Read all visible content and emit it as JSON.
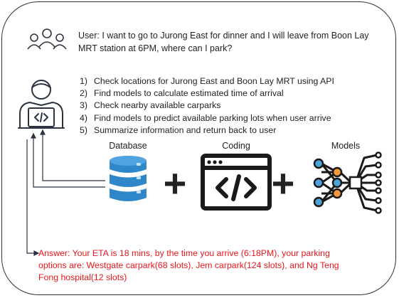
{
  "user_query": {
    "line1": "User: I want to go to Jurong East for dinner and I will leave from Boon Lay",
    "line2": "MRT station at 6PM, where can I park?"
  },
  "steps": [
    {
      "num": "1)",
      "text": "Check locations for Jurong East and Boon Lay MRT using API"
    },
    {
      "num": "2)",
      "text": "Find models to calculate estimated time of arrival"
    },
    {
      "num": "3)",
      "text": "Check nearby available carparks"
    },
    {
      "num": "4)",
      "text": "Find models to predict available parking lots when user arrive"
    },
    {
      "num": "5)",
      "text": "Summarize information and return back to user"
    }
  ],
  "components": {
    "database": "Database",
    "coding": "Coding",
    "models": "Models",
    "plus": "+"
  },
  "answer": {
    "line1": "Answer: Your ETA is 18 mins, by the time you arrive (6:18PM), your parking",
    "line2": "options are: Westgate carpark(68 slots), Jem carpark(124 slots), and Ng Teng",
    "line3": "Fong hospital(12 slots)"
  },
  "colors": {
    "outline": "#2b3440",
    "db_blue": "#2f86c9",
    "db_light": "#4ea3e0",
    "model_node": "#4da3d8",
    "model_orange": "#f29a3c",
    "answer_red": "#e8151b"
  },
  "icons": [
    "users-icon",
    "developer-at-laptop-icon",
    "database-icon",
    "code-window-icon",
    "neural-network-icon"
  ]
}
